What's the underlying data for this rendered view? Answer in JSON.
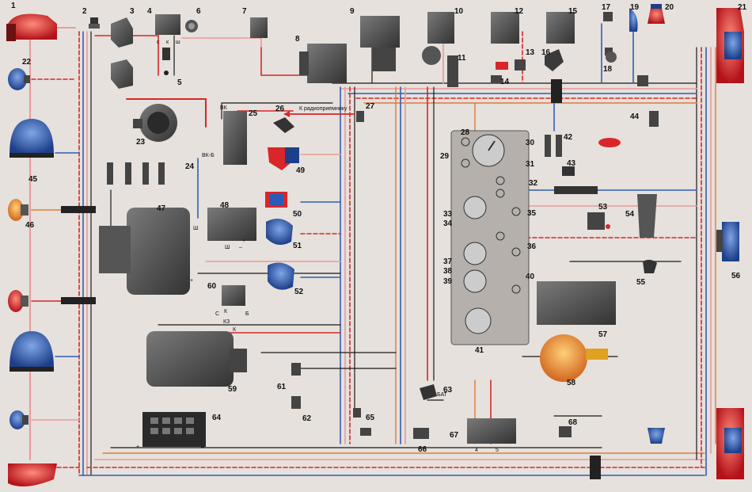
{
  "radio_label": "К радиоприемнику",
  "terminals": {
    "vk": "ВК",
    "vkb": "ВК-Б",
    "ign_pos": "+",
    "sh1": "Ш",
    "sh2": "Ш",
    "minus": "–",
    "plus": "+",
    "relay_s": "С",
    "relay_k": "К",
    "relay_kz": "КЗ",
    "relay_k2": "К",
    "relay_b": "Б",
    "bat": "БАТ",
    "bat_plus": "+",
    "bat_minus": "–",
    "t4": "4",
    "t5": "5",
    "r4_s": "с",
    "r4_k": "к",
    "r4_sh": "ш"
  },
  "labels": [
    {
      "id": "1",
      "t": "1"
    },
    {
      "id": "2",
      "t": "2"
    },
    {
      "id": "3",
      "t": "3"
    },
    {
      "id": "4",
      "t": "4"
    },
    {
      "id": "5",
      "t": "5"
    },
    {
      "id": "6",
      "t": "6"
    },
    {
      "id": "7",
      "t": "7"
    },
    {
      "id": "8",
      "t": "8"
    },
    {
      "id": "9",
      "t": "9"
    },
    {
      "id": "10",
      "t": "10"
    },
    {
      "id": "11",
      "t": "11"
    },
    {
      "id": "12",
      "t": "12"
    },
    {
      "id": "13",
      "t": "13"
    },
    {
      "id": "14",
      "t": "14"
    },
    {
      "id": "15",
      "t": "15"
    },
    {
      "id": "16",
      "t": "16"
    },
    {
      "id": "17",
      "t": "17"
    },
    {
      "id": "18",
      "t": "18"
    },
    {
      "id": "19",
      "t": "19"
    },
    {
      "id": "20",
      "t": "20"
    },
    {
      "id": "21",
      "t": "21"
    },
    {
      "id": "22",
      "t": "22"
    },
    {
      "id": "23",
      "t": "23"
    },
    {
      "id": "24",
      "t": "24"
    },
    {
      "id": "25",
      "t": "25"
    },
    {
      "id": "26",
      "t": "26"
    },
    {
      "id": "27",
      "t": "27"
    },
    {
      "id": "28",
      "t": "28"
    },
    {
      "id": "29",
      "t": "29"
    },
    {
      "id": "30",
      "t": "30"
    },
    {
      "id": "31",
      "t": "31"
    },
    {
      "id": "32",
      "t": "32"
    },
    {
      "id": "33",
      "t": "33"
    },
    {
      "id": "34",
      "t": "34"
    },
    {
      "id": "35",
      "t": "35"
    },
    {
      "id": "36",
      "t": "36"
    },
    {
      "id": "37",
      "t": "37"
    },
    {
      "id": "38",
      "t": "38"
    },
    {
      "id": "39",
      "t": "39"
    },
    {
      "id": "40",
      "t": "40"
    },
    {
      "id": "41",
      "t": "41"
    },
    {
      "id": "42",
      "t": "42"
    },
    {
      "id": "43",
      "t": "43"
    },
    {
      "id": "44",
      "t": "44"
    },
    {
      "id": "45",
      "t": "45"
    },
    {
      "id": "46",
      "t": "46"
    },
    {
      "id": "47",
      "t": "47"
    },
    {
      "id": "48",
      "t": "48"
    },
    {
      "id": "49",
      "t": "49"
    },
    {
      "id": "50",
      "t": "50"
    },
    {
      "id": "51",
      "t": "51"
    },
    {
      "id": "52",
      "t": "52"
    },
    {
      "id": "53",
      "t": "53"
    },
    {
      "id": "54",
      "t": "54"
    },
    {
      "id": "55",
      "t": "55"
    },
    {
      "id": "56",
      "t": "56"
    },
    {
      "id": "57",
      "t": "57"
    },
    {
      "id": "58",
      "t": "58"
    },
    {
      "id": "59",
      "t": "59"
    },
    {
      "id": "60",
      "t": "60"
    },
    {
      "id": "61",
      "t": "61"
    },
    {
      "id": "62",
      "t": "62"
    },
    {
      "id": "63",
      "t": "63"
    },
    {
      "id": "64",
      "t": "64"
    },
    {
      "id": "65",
      "t": "65"
    },
    {
      "id": "66",
      "t": "66"
    },
    {
      "id": "67",
      "t": "67"
    },
    {
      "id": "68",
      "t": "68"
    }
  ],
  "colors": {
    "background": "#e6e1dc",
    "wire_red": "#d8262a",
    "wire_blue": "#2f5fb3",
    "wire_black": "#1a1a1a",
    "wire_pink": "#e89a9a",
    "wire_orange": "#e07a3a",
    "lamp_blue": "#2b5bb8",
    "lamp_orange": "#d66a2a",
    "body_gray": "#4a4a4a",
    "panel_gray": "#b5b0ab"
  }
}
